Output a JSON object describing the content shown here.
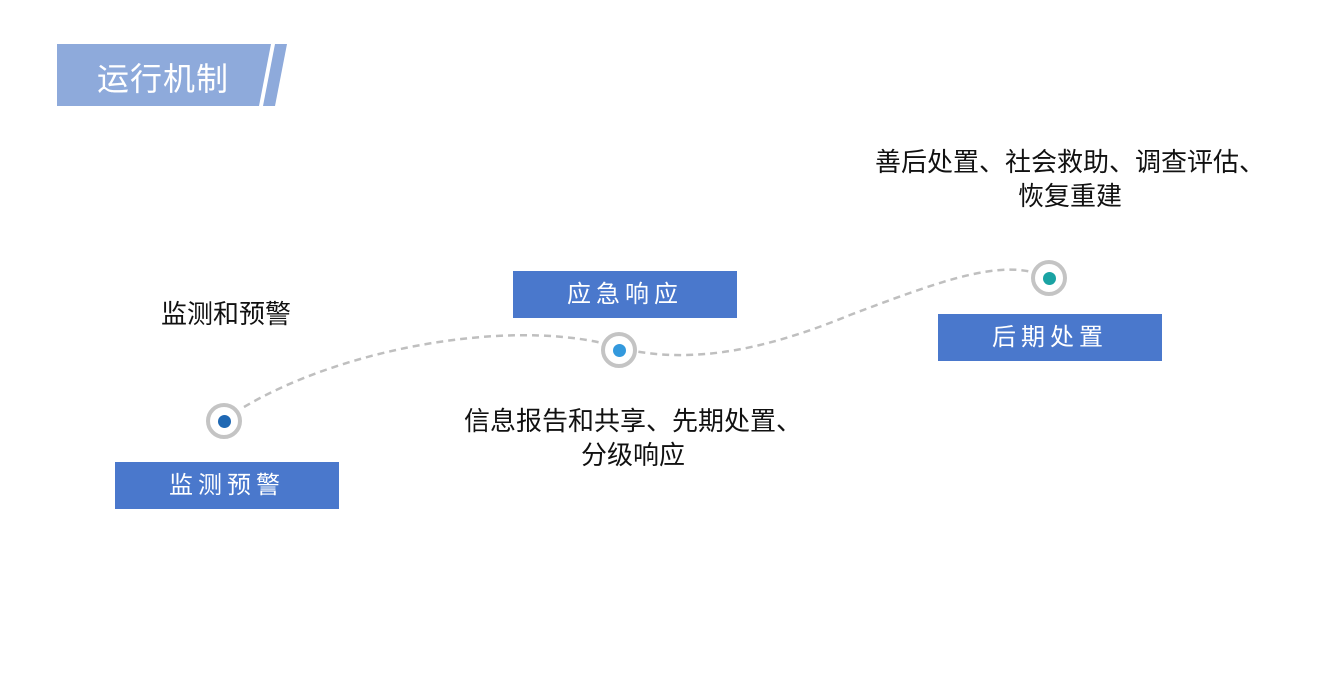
{
  "header": {
    "title": "运行机制",
    "banner_color": "#8eaadb"
  },
  "diagram": {
    "connector_color": "#bfbfbf",
    "stages": [
      {
        "label": "监测预警",
        "description_lines": [
          "监测和预警"
        ],
        "box_color": "#4a78cc",
        "dot_color": "#1f68b3"
      },
      {
        "label": "应急响应",
        "description_lines": [
          "信息报告和共享、先期处置、",
          "分级响应"
        ],
        "box_color": "#4a78cc",
        "dot_color": "#3399dd"
      },
      {
        "label": "后期处置",
        "description_lines": [
          "善后处置、社会救助、调查评估、",
          "恢复重建"
        ],
        "box_color": "#4a78cc",
        "dot_color": "#1aa3a3"
      }
    ]
  }
}
